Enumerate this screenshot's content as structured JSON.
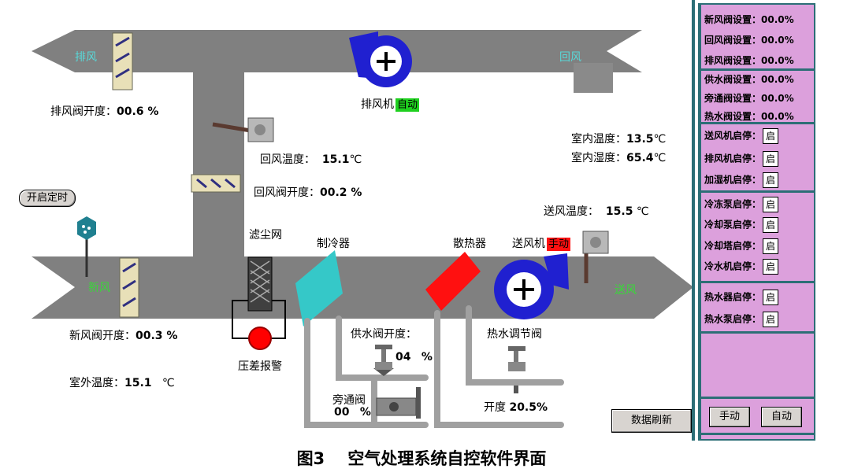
{
  "ducts": {
    "exhaust_label": "排风",
    "return_label": "回风",
    "fresh_label": "新风",
    "supply_label": "送风"
  },
  "readings": {
    "exhaust_damper": {
      "label": "排风阀开度：",
      "value": "00.6 %"
    },
    "exhaust_fan": {
      "label": "排风机",
      "status": "自动"
    },
    "return_temp": {
      "label": "回风温度：",
      "value": "15.1",
      "unit": "℃"
    },
    "return_damper": {
      "label": "回风阀开度：",
      "value": "00.2 %"
    },
    "indoor_temp": {
      "label": "室内温度：",
      "value": "13.5",
      "unit": "℃"
    },
    "indoor_humidity": {
      "label": "室内湿度：",
      "value": "65.4",
      "unit": "℃"
    },
    "supply_temp": {
      "label": "送风温度：",
      "value": "15.5",
      "unit": "℃"
    },
    "fresh_damper": {
      "label": "新风阀开度：",
      "value": "00.3 %"
    },
    "outdoor_temp": {
      "label": "室外温度：",
      "value": "15.1",
      "unit": "℃"
    },
    "filter": "滤尘网",
    "cooler": "制冷器",
    "heater": "散热器",
    "supply_fan": {
      "label": "送风机",
      "status": "手动"
    },
    "diff_alarm": "压差报警",
    "water_valve": {
      "label": "供水阀开度：",
      "value": "04",
      "unit": "%"
    },
    "bypass_valve": {
      "label": "旁通阀",
      "value": "00",
      "unit": "%"
    },
    "hot_valve": {
      "label": "热水调节阀",
      "opening_label": "开度",
      "value": "20.5%"
    }
  },
  "buttons": {
    "timer": "开启定时",
    "refresh": "数据刷新"
  },
  "panel": {
    "settings_a": [
      {
        "label": "新风阀设置：",
        "value": "00.0%"
      },
      {
        "label": "回风阀设置：",
        "value": "00.0%"
      },
      {
        "label": "排风阀设置：",
        "value": "00.0%"
      }
    ],
    "settings_b": [
      {
        "label": "供水阀设置：",
        "value": "00.0%"
      },
      {
        "label": "旁通阀设置：",
        "value": "00.0%"
      },
      {
        "label": "热水阀设置：",
        "value": "00.0%"
      }
    ],
    "fans": [
      {
        "label": "送风机启停：",
        "btn": "启"
      },
      {
        "label": "排风机启停：",
        "btn": "启"
      },
      {
        "label": "加湿机启停：",
        "btn": "启"
      }
    ],
    "chillers": [
      {
        "label": "冷冻泵启停：",
        "btn": "启"
      },
      {
        "label": "冷却泵启停：",
        "btn": "启"
      },
      {
        "label": "冷却塔启停：",
        "btn": "启"
      },
      {
        "label": "冷水机启停：",
        "btn": "启"
      }
    ],
    "heaters": [
      {
        "label": "热水器启停：",
        "btn": "启"
      },
      {
        "label": "热水泵启停：",
        "btn": "启"
      }
    ],
    "manual": "手动",
    "auto": "自动"
  },
  "caption": "图3    空气处理系统自控软件界面",
  "colors": {
    "duct": "#808080",
    "cooler": "#35c8c8",
    "heater": "#ff1010",
    "fan": "#2020d0",
    "panel": "#dca0dc",
    "panel_border": "#2c6e76"
  }
}
